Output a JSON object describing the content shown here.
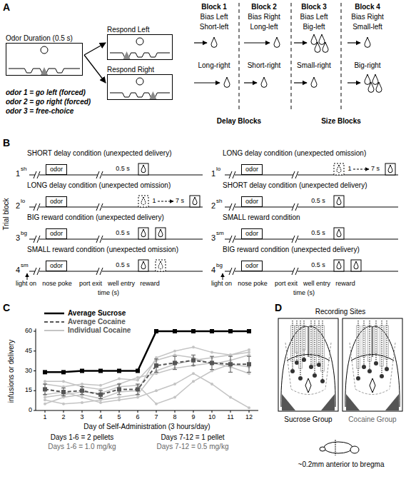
{
  "diagram": {
    "nodes": [
      {
        "text": [
          "Odor Duration (0.5 s)"
        ]
      },
      {
        "text": [
          "Respond Left"
        ]
      },
      {
        "text": [
          "Respond Right"
        ]
      },
      {
        "text": [
          "odor"
        ]
      },
      {
        "text": [
          "odor"
        ]
      },
      {
        "text": [
          "odor"
        ]
      },
      {
        "text": [
          "odor"
        ]
      },
      {
        "text": [
          "odor"
        ]
      },
      {
        "text": [
          "odor"
        ]
      },
      {
        "text": [
          "odor"
        ]
      },
      {
        "text": [
          "odor"
        ]
      }
    ],
    "edges": [
      {
        "from": 0,
        "to": 1,
        "arrow": "to"
      },
      {
        "from": 0,
        "to": 2,
        "arrow": "to"
      }
    ],
    "labels": [
      "A",
      "Block 1",
      "Block 2",
      "Block 3",
      "Block 4",
      "Bias Left",
      "Bias Right",
      "Bias Left",
      "Bias Right",
      "Short-left",
      "Long-left",
      "Big-left",
      "Small-left",
      "Long-right",
      "Short-right",
      "Small-right",
      "Big-right",
      "Delay Blocks",
      "Size Blocks",
      "odor 1 = go left (forced)",
      "odor 2 = go right (forced)",
      "odor 3 = free-choice",
      "B",
      "Trial block",
      "1",
      "sh",
      "SHORT delay condition (unexpected delivery)",
      "0.5 s",
      "2",
      "lo",
      "LONG delay condition (unexpected omission)",
      "1",
      "7 s",
      "3",
      "bg",
      "BIG reward condition (unexpected delivery)",
      "0.5 s",
      "4",
      "sm",
      "SMALL reward condition (unexpected omission)",
      "0.5 s",
      "1",
      "lo",
      "LONG delay condition (unexpected omission)",
      "1",
      "7 s",
      "2",
      "sh",
      "SHORT delay condition (unexpected delivery)",
      "0.5 s",
      "3",
      "sm",
      "SMALL reward condition",
      "0.5 s",
      "4",
      "bg",
      "BIG reward condition (unexpected delivery)",
      "0.5 s",
      "light on",
      "nose poke",
      "port exit",
      "well entry",
      "reward",
      "time (s)",
      "light on",
      "nose poke",
      "port exit",
      "well entry",
      "reward",
      "time (s)",
      "C",
      "infusions or delivery",
      "0",
      "15",
      "30",
      "45",
      "60",
      "1",
      "2",
      "3",
      "4",
      "5",
      "6",
      "7",
      "8",
      "9",
      "10",
      "11",
      "12",
      "Day of Self-Administration (3 hours/day)",
      "Days 1-6 = 2 pellets",
      "Days 7-12 = 1 pellet",
      "Days 1-6 = 1.0 mg/kg",
      "Days 7-12 = 0.5 mg/kg",
      "D",
      "Recording Sites",
      "Sucrose Group",
      "Cocaine Group",
      "~0.2mm anterior to bregma"
    ],
    "legend": [
      {
        "text": "Average Sucrose"
      },
      {
        "text": "Average Cocaine"
      },
      {
        "text": "Individual Cocaine"
      }
    ]
  }
}
